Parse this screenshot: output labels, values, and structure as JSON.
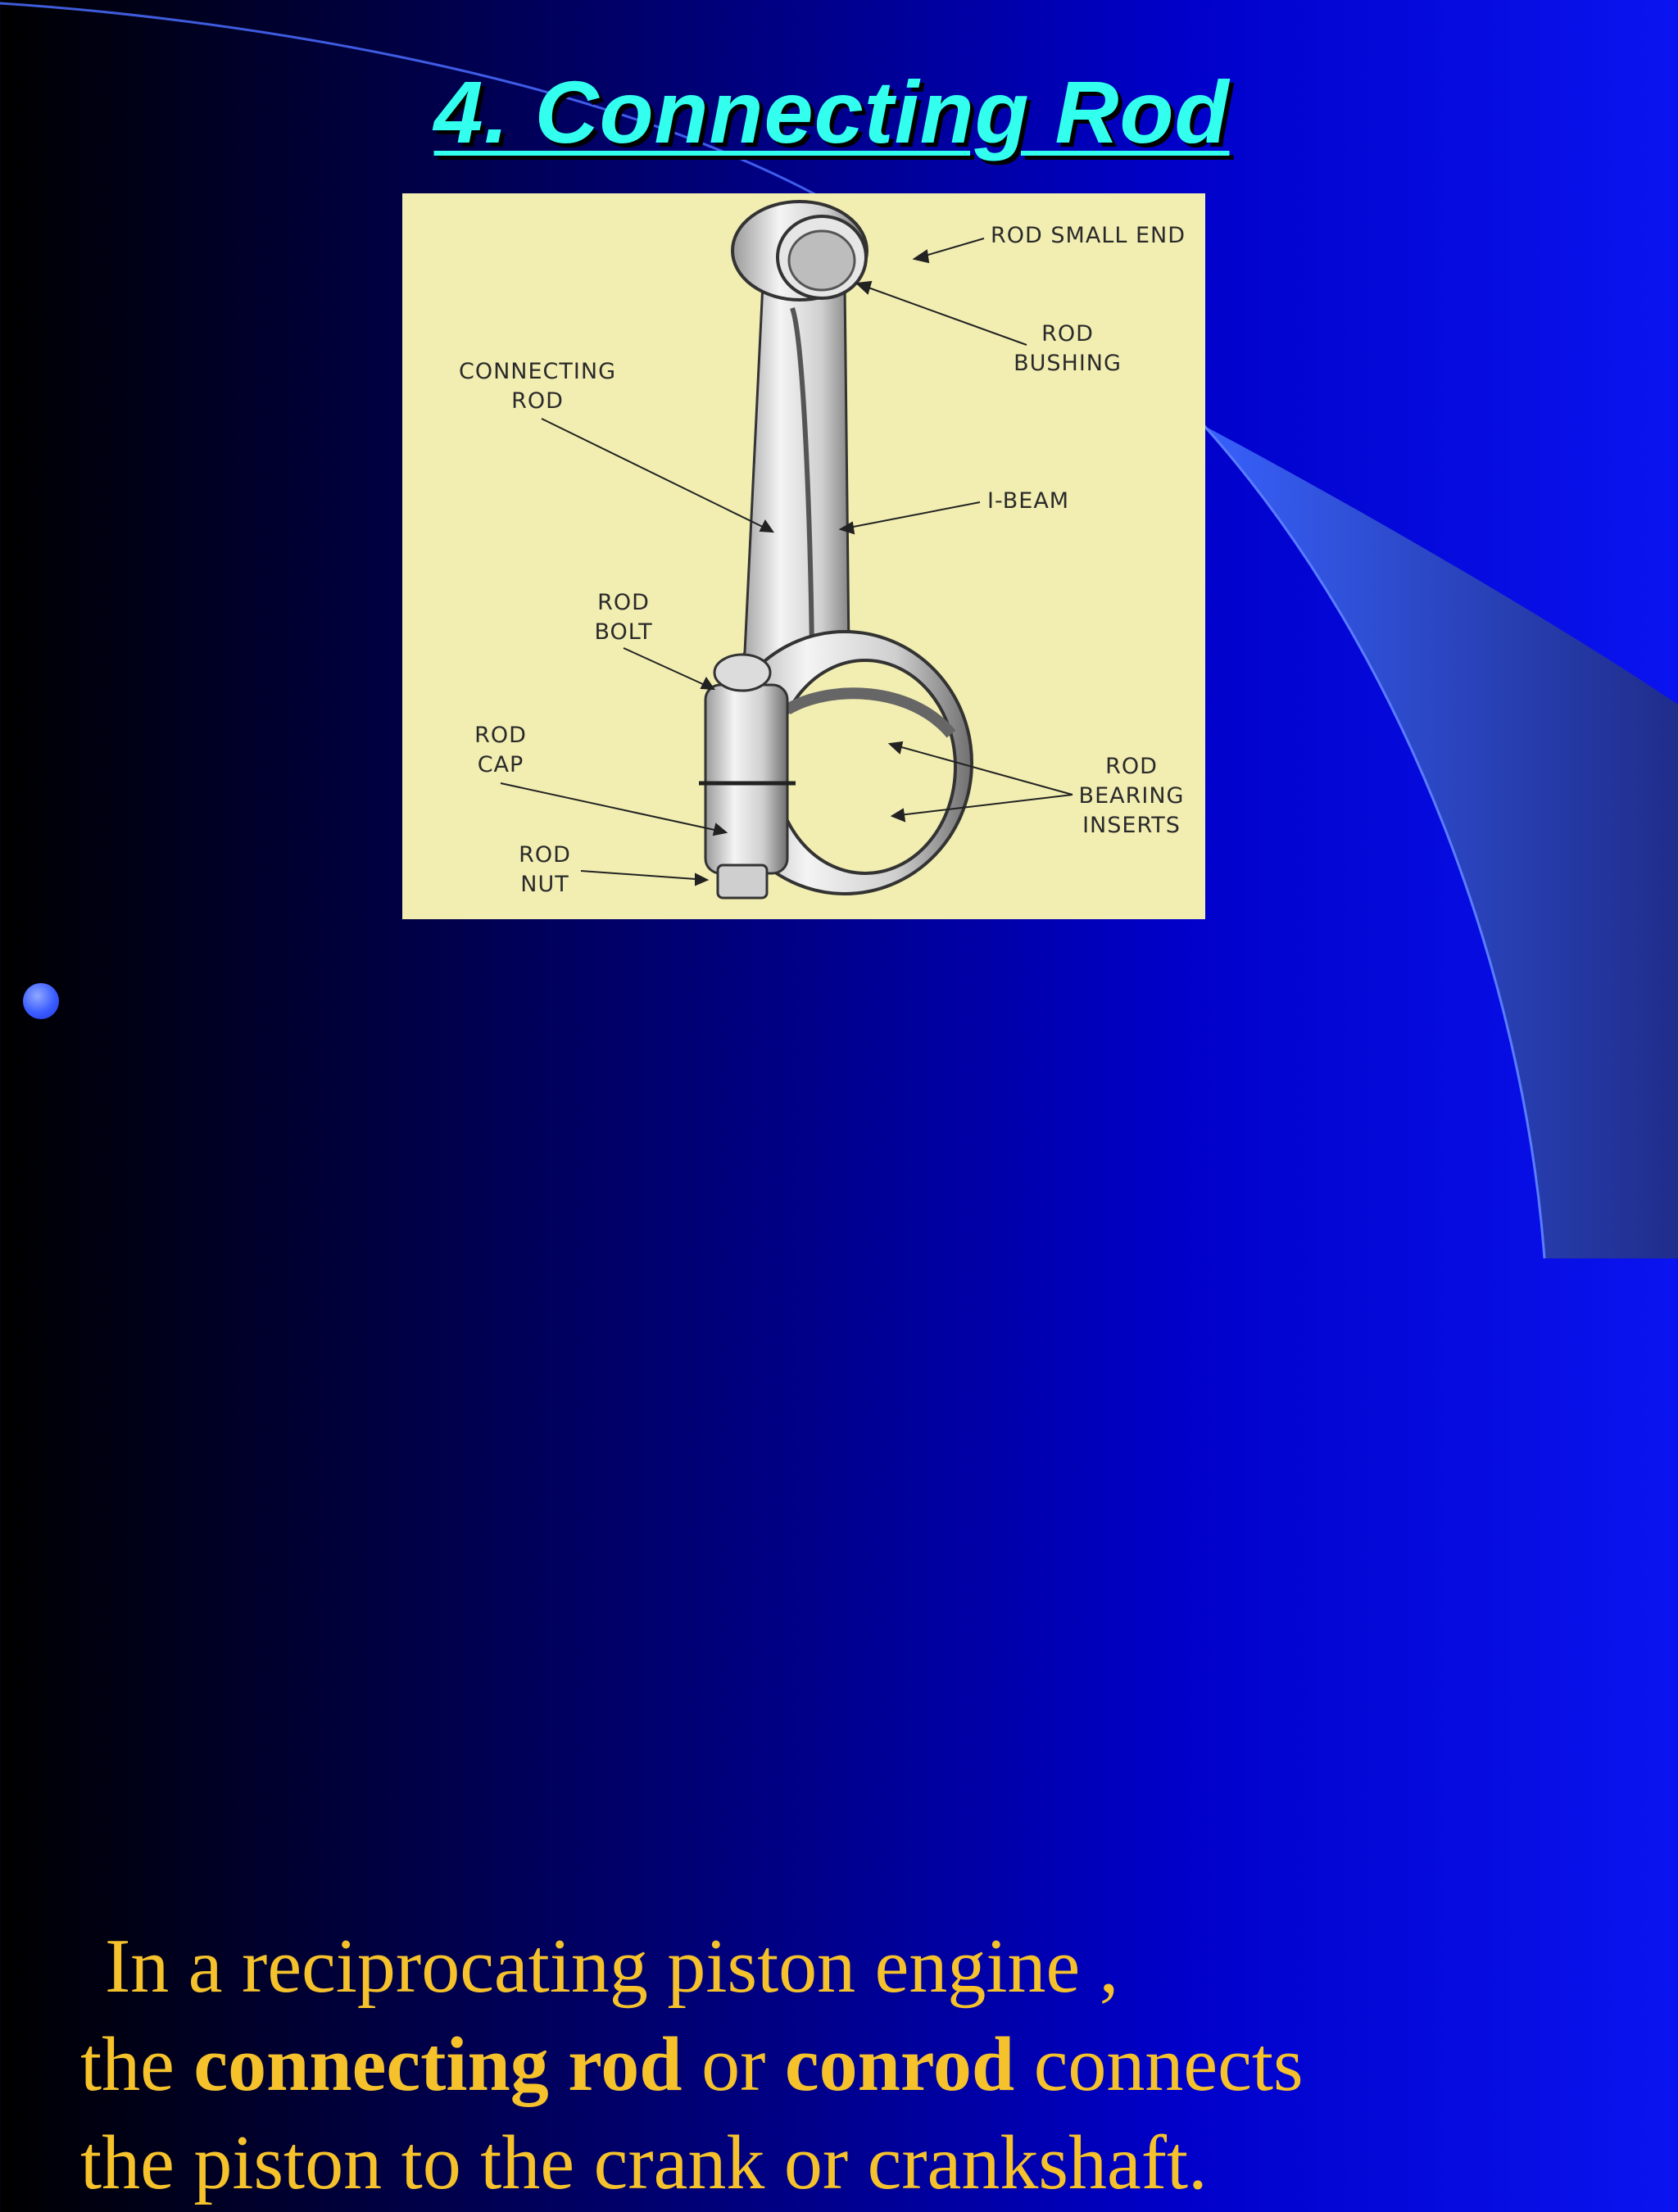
{
  "title": "4. Connecting Rod",
  "figure": {
    "labels": {
      "rod_small_end": "ROD SMALL END",
      "rod_bushing_1": "ROD",
      "rod_bushing_2": "BUSHING",
      "connecting_rod_1": "CONNECTING",
      "connecting_rod_2": "ROD",
      "i_beam": "I-BEAM",
      "rod_bolt_1": "ROD",
      "rod_bolt_2": "BOLT",
      "rod_cap_1": "ROD",
      "rod_cap_2": "CAP",
      "rod_bearing_1": "ROD",
      "rod_bearing_2": "BEARING",
      "rod_bearing_3": "INSERTS",
      "rod_nut_1": "ROD",
      "rod_nut_2": "NUT"
    }
  },
  "bullet": {
    "line1": "In a reciprocating piston engine ,",
    "line2_a": "the ",
    "line2_b": "connecting rod",
    "line2_c": " or ",
    "line2_d": "conrod",
    "line2_e": " connects",
    "line3": "the piston to the crank or crankshaft."
  },
  "colors": {
    "title": "#33ffee",
    "body_text": "#f5c22c",
    "figure_bg": "#f2eeb2",
    "bullet": "#3a5cff"
  }
}
